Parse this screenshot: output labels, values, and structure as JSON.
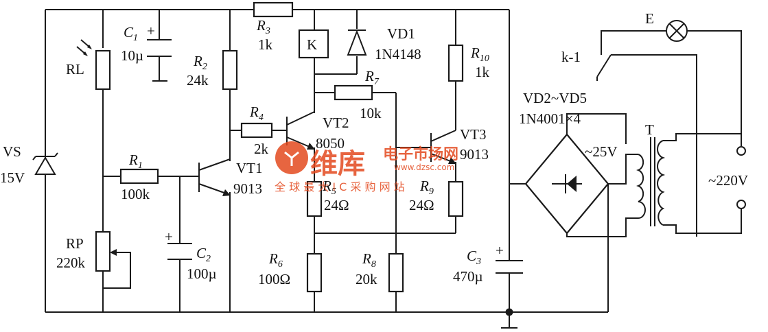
{
  "components": {
    "vs": {
      "ref": "VS",
      "value": "15V"
    },
    "rl": {
      "ref": "RL"
    },
    "c1": {
      "ref": "C",
      "sub": "1",
      "value": "10µ"
    },
    "r3": {
      "ref": "R",
      "sub": "3",
      "value": "1k"
    },
    "k": {
      "ref": "K"
    },
    "vd1": {
      "ref": "VD1",
      "value": "1N4148"
    },
    "r2": {
      "ref": "R",
      "sub": "2",
      "value": "24k"
    },
    "r7": {
      "ref": "R",
      "sub": "7",
      "value": "10k"
    },
    "r10": {
      "ref": "R",
      "sub": "10",
      "value": "1k"
    },
    "r4": {
      "ref": "R",
      "sub": "4",
      "value": "2k"
    },
    "vt2": {
      "ref": "VT2",
      "value": "8050"
    },
    "vt3": {
      "ref": "VT3",
      "value": "9013"
    },
    "r1": {
      "ref": "R",
      "sub": "1",
      "value": "100k"
    },
    "vt1": {
      "ref": "VT1",
      "value": "9013"
    },
    "r5": {
      "ref": "R",
      "sub": "5",
      "value": "24Ω"
    },
    "r9": {
      "ref": "R",
      "sub": "9",
      "value": "24Ω"
    },
    "rp": {
      "ref": "RP",
      "value": "220k"
    },
    "c2": {
      "ref": "C",
      "sub": "2",
      "value": "100µ"
    },
    "r6": {
      "ref": "R",
      "sub": "6",
      "value": "100Ω"
    },
    "r8": {
      "ref": "R",
      "sub": "8",
      "value": "20k"
    },
    "c3": {
      "ref": "C",
      "sub": "3",
      "value": "470µ"
    },
    "bridge": {
      "ref": "VD2~VD5",
      "value": "1N4001×4"
    },
    "transformer": {
      "ref": "T",
      "secondary": "~25V",
      "primary": "~220V"
    },
    "relay_contact": {
      "ref": "k-1"
    },
    "lamp": {
      "ref": "E"
    },
    "plus": "+"
  },
  "watermark": {
    "brand": "维库",
    "cn": "电子市场网",
    "url": "www.dzsc.com",
    "tagline": "全 球 最 大 I C 采 购 网 站"
  },
  "colors": {
    "wire": "#1a1a1a",
    "watermark": "#e34a1f"
  }
}
